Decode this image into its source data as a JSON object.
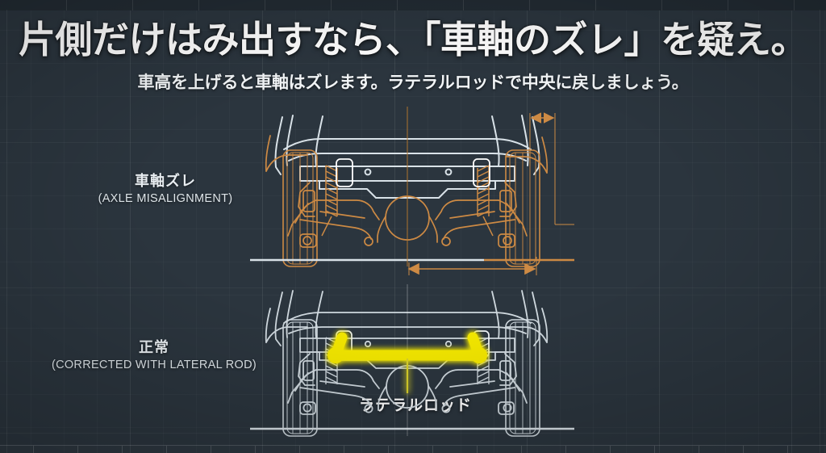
{
  "page": {
    "background_color": "#2b353e",
    "accent_orange": "#cd8a44",
    "accent_yellow": "#f2e600",
    "line_white": "#d9e2e8"
  },
  "header": {
    "title": "片側だけはみ出すなら、「車軸のズレ」を疑え。",
    "subtitle": "車高を上げると車軸はズレます。ラテラルロッドで中央に戻しましょう。"
  },
  "diagrams": [
    {
      "id": "misalignment",
      "label_jp": "車軸ズレ",
      "label_en": "(AXLE MISALIGNMENT)",
      "highlight_color": "#cd8a44"
    },
    {
      "id": "corrected",
      "label_jp": "正常",
      "label_en": "(CORRECTED WITH LATERAL ROD)",
      "highlight_color": "#f2e600",
      "callout": "ラテラルロッド"
    }
  ],
  "annotations": {
    "offset_dimension": "",
    "center_offset_dimension": "",
    "centerline": ""
  }
}
